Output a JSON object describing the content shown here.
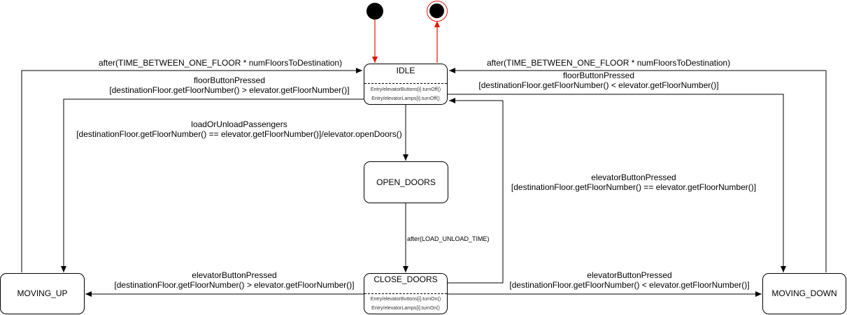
{
  "states": {
    "idle": {
      "name": "IDLE",
      "actions": [
        "Entry/elevatorButtons[i].turnOff()",
        "Entry/elevatorLamps[i].turnOff()"
      ]
    },
    "open_doors": {
      "name": "OPEN_DOORS"
    },
    "close_doors": {
      "name": "CLOSE_DOORS",
      "actions": [
        "Entry/elevatorButtons[i].turnOn()",
        "Entry/elevatorLamps[i].turnOn()"
      ]
    },
    "moving_up": {
      "name": "MOVING_UP"
    },
    "moving_down": {
      "name": "MOVING_DOWN"
    }
  },
  "transitions": {
    "moving_up_to_idle": "after(TIME_BETWEEN_ONE_FLOOR * numFloorsToDestination)",
    "moving_down_to_idle": "after(TIME_BETWEEN_ONE_FLOOR * numFloorsToDestination)",
    "idle_to_moving_up": {
      "event": "floorButtonPressed",
      "guard": "[destinationFloor.getFloorNumber() > elevator.getFloorNumber()]"
    },
    "idle_to_moving_down": {
      "event": "floorButtonPressed",
      "guard": "[destinationFloor.getFloorNumber() < elevator.getFloorNumber()]"
    },
    "idle_to_open_doors": {
      "event": "loadOrUnloadPassengers",
      "guard": "[destinationFloor.getFloorNumber() == elevator.getFloorNumber()]/elevator.openDoors()"
    },
    "open_to_close": "after(LOAD_UNLOAD_TIME)",
    "close_to_idle": {
      "event": "elevatorButtonPressed",
      "guard": "[destinationFloor.getFloorNumber() == elevator.getFloorNumber()]"
    },
    "close_to_moving_up": {
      "event": "elevatorButtonPressed",
      "guard": "[destinationFloor.getFloorNumber() > elevator.getFloorNumber()]"
    },
    "close_to_moving_down": {
      "event": "elevatorButtonPressed",
      "guard": "[destinationFloor.getFloorNumber() < elevator.getFloorNumber()]"
    }
  },
  "colors": {
    "line": "#000000",
    "initial_final_link": "#e51400",
    "final_ring": "#e51400"
  }
}
